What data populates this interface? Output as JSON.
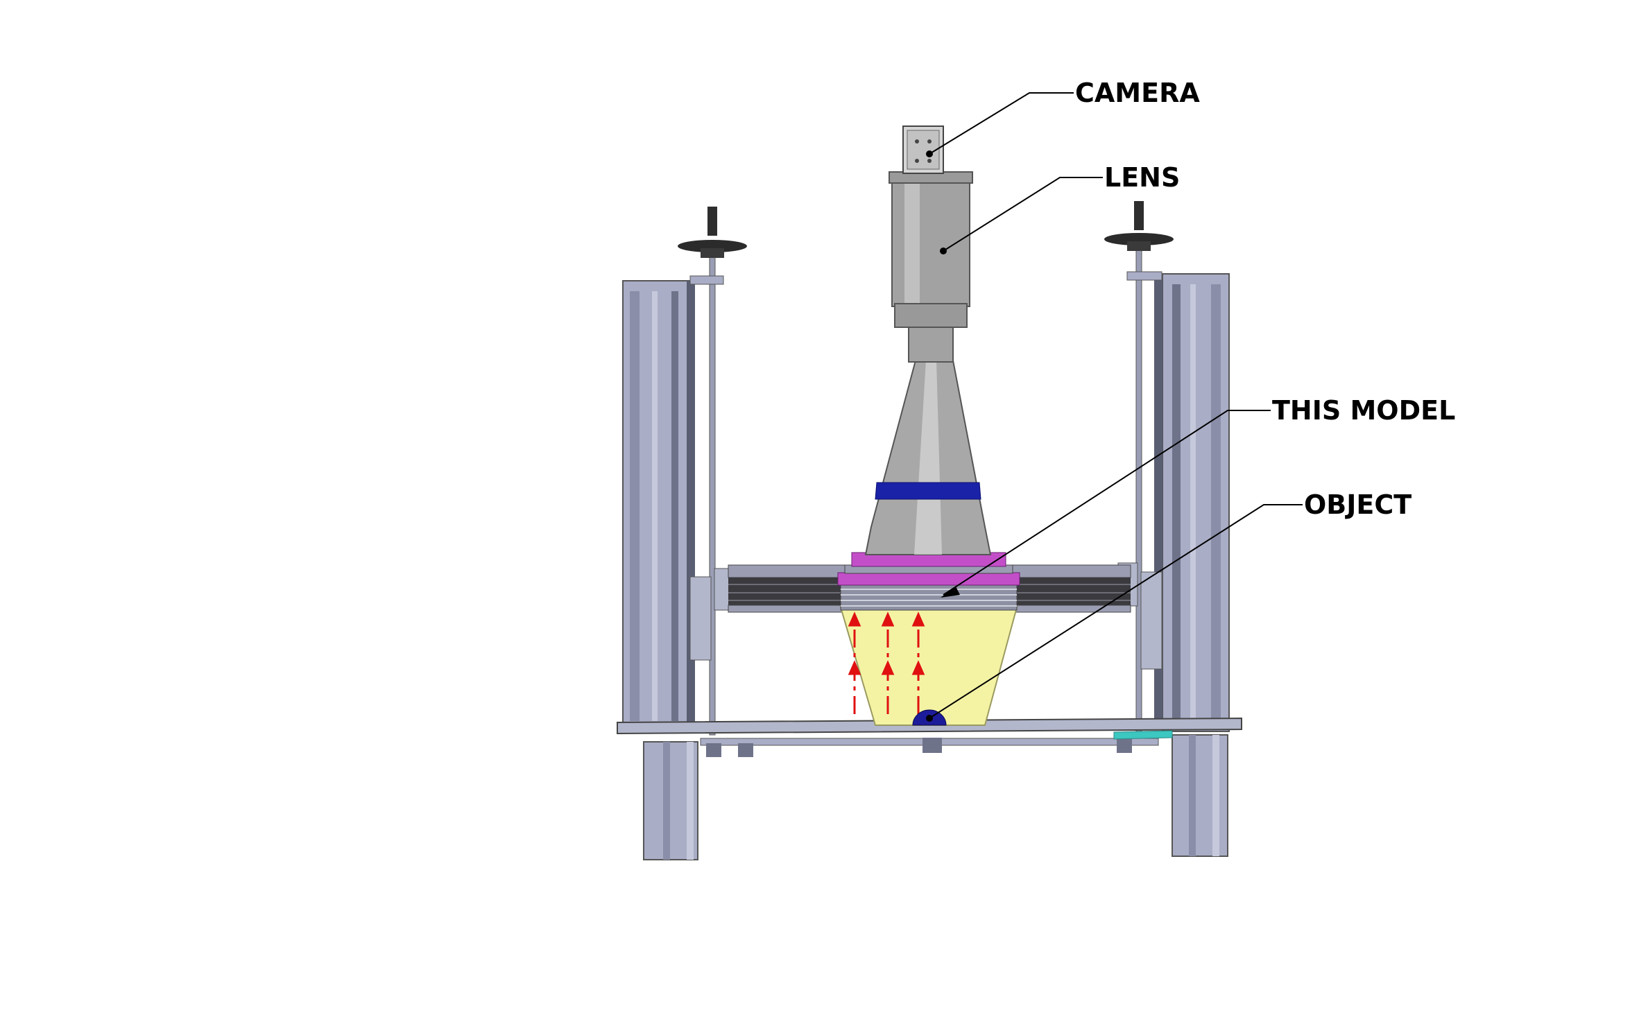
{
  "labels": {
    "camera": "CAMERA",
    "lens": "LENS",
    "this_model": "THIS MODEL",
    "object": "OBJECT"
  },
  "colors": {
    "frame": "#a9adc6",
    "frame_dark": "#7e8299",
    "lens_body": "#a8a8a8",
    "lens_band": "#1a22a8",
    "model_ring": "#c34fc8",
    "light_cone": "#f4f3a4",
    "ray": "#e01010",
    "object": "#1c1c9a",
    "accent_teal": "#3cc7c0",
    "leader": "#000000"
  }
}
